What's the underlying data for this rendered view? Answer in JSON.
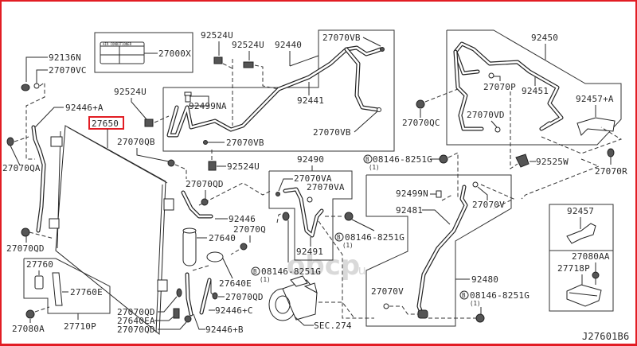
{
  "diagram": {
    "title_code": "J27601B6",
    "highlight_color": "#e21d24",
    "watermark": {
      "brand": "obcp",
      "tld": ".ru"
    },
    "label_sticker": {
      "heading": "AIR CONDITIONER",
      "part": "27000X"
    },
    "callouts": {
      "c92136N": "92136N",
      "c27070VC": "27070VC",
      "c92446A": "92446+A",
      "c27650": "27650",
      "c27070QA": "27070QA",
      "c27070QB": "27070QB",
      "c27070QD_left": "27070QD",
      "c92524U_a": "92524U",
      "c92524U_b": "92524U",
      "c92524U_c": "92524U",
      "c92524U_d": "92524U",
      "c92440": "92440",
      "c92441": "92441",
      "c92499NA": "92499NA",
      "c27070VB_top": "27070VB",
      "c27070VB_mid": "27070VB",
      "c27070VB_left": "27070VB",
      "c92450": "92450",
      "c92451": "92451",
      "c27070P": "27070P",
      "c27070VD": "27070VD",
      "c27070QC": "27070QC",
      "c92457A": "92457+A",
      "c92525W": "92525W",
      "c27070R": "27070R",
      "c92490": "92490",
      "c27070VA_a": "27070VA",
      "c27070VA_b": "27070VA",
      "c92491": "92491",
      "c08146_a": "08146-8251G",
      "c08146_b": "08146-8251G",
      "c08146_c": "08146-8251G",
      "c08146_d": "08146-8251G",
      "qty1": "(1)",
      "bolt_mark": "B",
      "c27070QD_mid": "27070QD",
      "c92446": "92446",
      "c27070Q": "27070Q",
      "c27640": "27640",
      "c27640E": "27640E",
      "c27070QD_b": "27070QD",
      "c92446C": "92446+C",
      "c92446B": "92446+B",
      "c27640EA": "27640EA",
      "c27070QD_c": "27070QD",
      "c27070QD_d": "27070QD",
      "cSEC274": "SEC.274",
      "c27760": "27760",
      "c27760E": "27760E",
      "c27710P": "27710P",
      "c27080A": "27080A",
      "c92499N": "92499N",
      "c92481": "92481",
      "c27070V_a": "27070V",
      "c27070V_b": "27070V",
      "c92480": "92480",
      "c92457": "92457",
      "c27080AA": "27080AA",
      "c27718P": "27718P"
    }
  }
}
